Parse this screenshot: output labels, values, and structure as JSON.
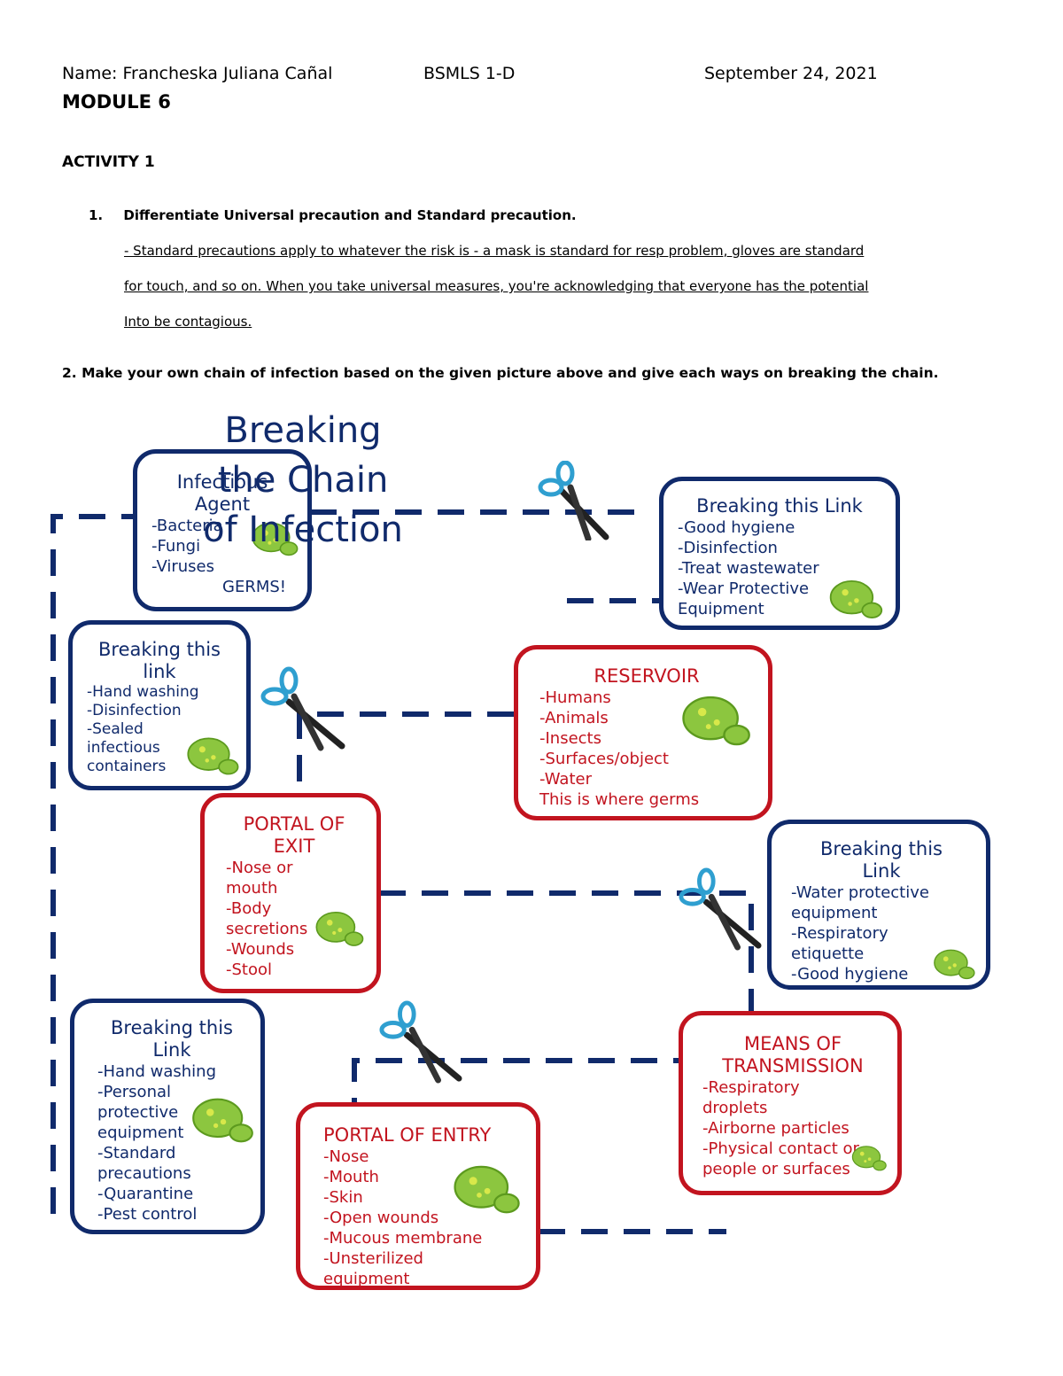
{
  "header": {
    "name": "Name: Francheska Juliana Cañal",
    "section": "BSMLS 1-D",
    "date": "September 24, 2021",
    "module": "MODULE 6",
    "activity": "ACTIVITY 1"
  },
  "question1": {
    "label": "1.",
    "text": "Differentiate Universal precaution and Standard precaution.",
    "answer_lines": [
      "- Standard precautions apply to whatever the risk is - a mask is standard for resp problem, gloves are standard",
      "for touch, and so on. When you take universal measures, you're acknowledging that everyone has the potential",
      "Into be contagious."
    ]
  },
  "question2": "2. Make your own chain of infection based on the given picture above and give each ways on breaking the chain.",
  "diagram": {
    "title_lines": [
      "Breaking",
      "the Chain",
      "of Infection"
    ],
    "infectious_agent": {
      "title_lines": [
        "Infectious",
        "Agent"
      ],
      "items": [
        "-Bacteria",
        "-Fungi",
        "-Viruses",
        "GERMS!"
      ]
    },
    "break_agent": {
      "title": "Breaking this Link",
      "items": [
        "-Good hygiene",
        "-Disinfection",
        "-Treat wastewater",
        "-Wear Protective",
        "Equipment"
      ]
    },
    "break_reservoir": {
      "title_lines": [
        "Breaking this",
        "link"
      ],
      "items": [
        "-Hand washing",
        "-Disinfection",
        "-Sealed",
        "infectious",
        "containers"
      ]
    },
    "reservoir": {
      "title": "RESERVOIR",
      "items": [
        "-Humans",
        "-Animals",
        "-Insects",
        "-Surfaces/object",
        "-Water",
        "This is where germs"
      ]
    },
    "portal_exit": {
      "title_lines": [
        "PORTAL OF",
        "EXIT"
      ],
      "items": [
        "-Nose or",
        "mouth",
        "-Body",
        "secretions",
        "-Wounds",
        "-Stool"
      ]
    },
    "break_exit": {
      "title_lines": [
        "Breaking this",
        "Link"
      ],
      "items": [
        "-Water protective",
        "equipment",
        "-Respiratory",
        "etiquette",
        "-Good hygiene"
      ]
    },
    "break_entry": {
      "title_lines": [
        "Breaking this",
        "Link"
      ],
      "items": [
        "-Hand washing",
        "-Personal",
        "protective",
        "equipment",
        "-Standard",
        "precautions",
        "-Quarantine",
        "-Pest control"
      ]
    },
    "transmission": {
      "title_lines": [
        "MEANS OF",
        "TRANSMISSION"
      ],
      "items": [
        "-Respiratory",
        "droplets",
        "-Airborne particles",
        "-Physical contact or",
        "people or surfaces"
      ]
    },
    "portal_entry": {
      "title": "PORTAL OF ENTRY",
      "items": [
        "-Nose",
        "-Mouth",
        "-Skin",
        "-Open wounds",
        "-Mucous membrane",
        "-Unsterilized",
        "equipment"
      ]
    },
    "colors": {
      "blue": "#102a6b",
      "red": "#c2141f",
      "germ": "#8cc63f",
      "scissor_handle": "#2f9fd0"
    }
  }
}
